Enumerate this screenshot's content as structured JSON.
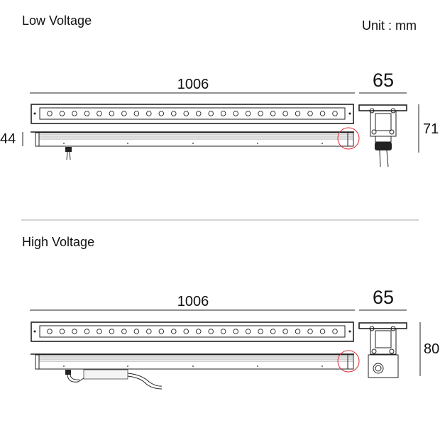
{
  "sections": [
    {
      "title": "Low Voltage",
      "length": "1006",
      "width": "65",
      "side_height": "44",
      "height": "71",
      "led_count": 24
    },
    {
      "title": "High Voltage",
      "length": "1006",
      "width": "65",
      "height": "80",
      "led_count": 24
    }
  ],
  "unit_label": "Unit : mm",
  "colors": {
    "line": "#222222",
    "highlight": "#e0282e"
  }
}
